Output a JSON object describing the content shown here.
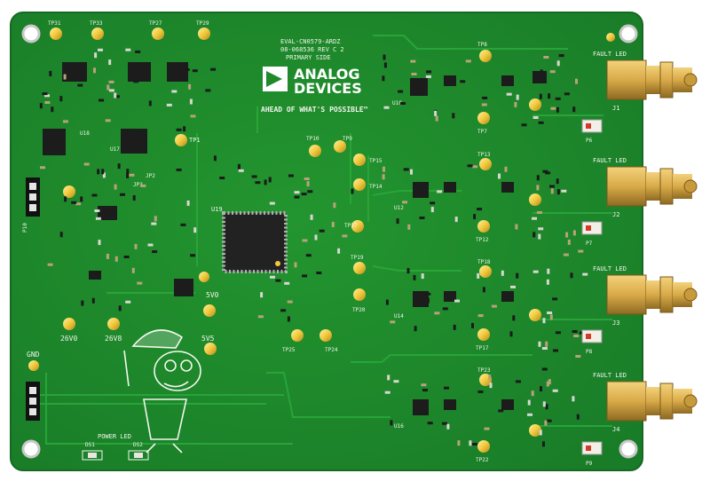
{
  "board": {
    "name_line1": "EVAL-CN0579-ARDZ",
    "name_line2": "08-068536 REV C 2",
    "name_line3": "PRIMARY SIDE",
    "logo_line1": "ANALOG",
    "logo_line2": "DEVICES",
    "tagline": "AHEAD OF WHAT'S POSSIBLE™",
    "colors": {
      "board_green": "#1f8a2c",
      "board_edge": "#17702a",
      "silkscreen": "#f4f6ee",
      "gold_pad": "#f1c93e",
      "chip_black": "#1c1c1c",
      "sma_gold": "#d9aa48"
    }
  },
  "labels": {
    "power_led": "POWER LED",
    "ds1": "DS1",
    "ds2": "DS2",
    "gnd": "GND",
    "v26_0": "26V0",
    "v26_8": "26V8",
    "v5_0": "5V0",
    "v5_5": "5V5",
    "u19": "U19",
    "p10": "P10",
    "tp1": "TP1",
    "fault_led": "FAULT LED",
    "j1": "J1",
    "j2": "J2",
    "j3": "J3",
    "j4": "J4",
    "p6": "P6",
    "p7": "P7",
    "p8": "P8",
    "p9": "P9",
    "tp10": "TP10",
    "tp9": "TP9",
    "tp15": "TP15",
    "tp14": "TP14",
    "tp37": "TP37",
    "tp19": "TP19",
    "tp20": "TP20",
    "tp24": "TP24",
    "tp25": "TP25",
    "tp8": "TP8",
    "tp7": "TP7",
    "tp13": "TP13",
    "tp12": "TP12",
    "tp18": "TP18",
    "tp17": "TP17",
    "tp23": "TP23",
    "tp22": "TP22",
    "tp31": "TP31",
    "tp33": "TP33",
    "tp27": "TP27",
    "tp29": "TP29",
    "u10": "U10",
    "u12": "U12",
    "u14": "U14",
    "u16": "U16",
    "u17": "U17",
    "u18": "U18",
    "jp3": "JP3",
    "jp2": "JP2"
  }
}
